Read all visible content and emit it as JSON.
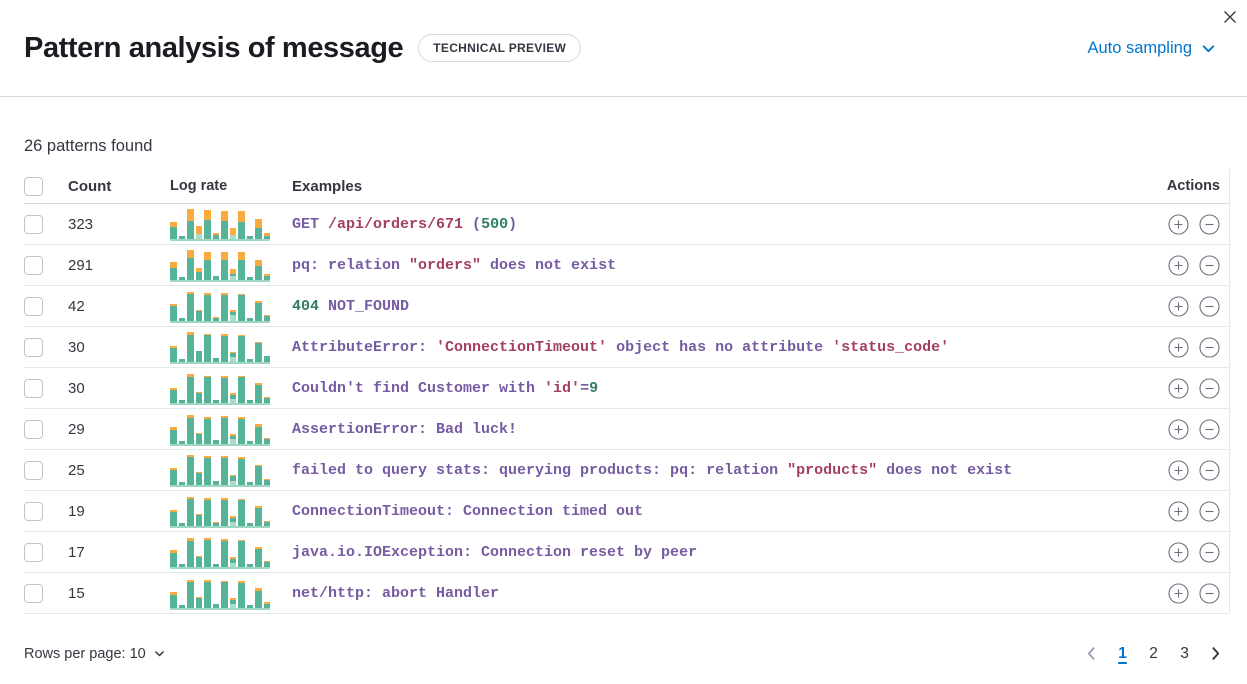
{
  "header": {
    "title": "Pattern analysis of message",
    "badge": "TECHNICAL PREVIEW",
    "sampling_label": "Auto sampling"
  },
  "summary": {
    "patterns_found": "26 patterns found"
  },
  "table": {
    "columns": {
      "count": "Count",
      "log_rate": "Log rate",
      "examples": "Examples",
      "actions": "Actions"
    },
    "rows": [
      {
        "count": "323",
        "bars": [
          [
            0,
            38,
            16
          ],
          [
            0,
            8,
            0
          ],
          [
            0,
            56,
            38
          ],
          [
            16,
            0,
            24
          ],
          [
            0,
            60,
            30
          ],
          [
            0,
            14,
            4
          ],
          [
            0,
            56,
            32
          ],
          [
            12,
            0,
            24
          ],
          [
            0,
            54,
            34
          ],
          [
            0,
            8,
            0
          ],
          [
            0,
            34,
            30
          ],
          [
            0,
            8,
            12
          ]
        ],
        "example": [
          {
            "t": "GET",
            "c": "p"
          },
          {
            "t": " /api/orders/671",
            "c": "r"
          },
          {
            "t": " (",
            "c": "p"
          },
          {
            "t": "500",
            "c": "g"
          },
          {
            "t": ")",
            "c": "p"
          }
        ]
      },
      {
        "count": "291",
        "bars": [
          [
            0,
            36,
            20
          ],
          [
            0,
            8,
            0
          ],
          [
            0,
            70,
            24
          ],
          [
            0,
            26,
            12
          ],
          [
            0,
            64,
            24
          ],
          [
            0,
            12,
            0
          ],
          [
            0,
            64,
            24
          ],
          [
            14,
            6,
            14
          ],
          [
            0,
            64,
            24
          ],
          [
            0,
            8,
            0
          ],
          [
            0,
            44,
            18
          ],
          [
            0,
            12,
            8
          ]
        ],
        "example": [
          {
            "t": "pq: relation ",
            "c": "p"
          },
          {
            "t": "\"orders\"",
            "c": "r"
          },
          {
            "t": " does not exist",
            "c": "p"
          }
        ]
      },
      {
        "count": "42",
        "bars": [
          [
            0,
            46,
            8
          ],
          [
            0,
            8,
            0
          ],
          [
            0,
            84,
            8
          ],
          [
            0,
            32,
            4
          ],
          [
            0,
            82,
            6
          ],
          [
            0,
            10,
            2
          ],
          [
            0,
            80,
            8
          ],
          [
            18,
            10,
            6
          ],
          [
            0,
            80,
            6
          ],
          [
            0,
            8,
            0
          ],
          [
            0,
            56,
            8
          ],
          [
            0,
            16,
            4
          ]
        ],
        "example": [
          {
            "t": "404",
            "c": "g"
          },
          {
            "t": " NOT_FOUND",
            "c": "p"
          }
        ]
      },
      {
        "count": "30",
        "bars": [
          [
            0,
            44,
            6
          ],
          [
            0,
            8,
            2
          ],
          [
            0,
            84,
            10
          ],
          [
            0,
            34,
            2
          ],
          [
            0,
            84,
            4
          ],
          [
            0,
            12,
            2
          ],
          [
            0,
            82,
            6
          ],
          [
            16,
            12,
            4
          ],
          [
            0,
            82,
            4
          ],
          [
            0,
            8,
            0
          ],
          [
            0,
            58,
            6
          ],
          [
            0,
            18,
            2
          ]
        ],
        "example": [
          {
            "t": "AttributeError: ",
            "c": "p"
          },
          {
            "t": "'ConnectionTimeout'",
            "c": "r"
          },
          {
            "t": " object has no attribute ",
            "c": "p"
          },
          {
            "t": "'status_code'",
            "c": "r"
          }
        ]
      },
      {
        "count": "30",
        "bars": [
          [
            0,
            42,
            6
          ],
          [
            0,
            8,
            0
          ],
          [
            0,
            82,
            8
          ],
          [
            0,
            30,
            4
          ],
          [
            0,
            80,
            6
          ],
          [
            0,
            10,
            0
          ],
          [
            0,
            78,
            8
          ],
          [
            14,
            12,
            4
          ],
          [
            0,
            80,
            4
          ],
          [
            0,
            8,
            2
          ],
          [
            0,
            56,
            6
          ],
          [
            0,
            16,
            2
          ]
        ],
        "example": [
          {
            "t": "Couldn't find Customer with ",
            "c": "p"
          },
          {
            "t": "'id'",
            "c": "r"
          },
          {
            "t": "=",
            "c": "p"
          },
          {
            "t": "9",
            "c": "g"
          }
        ]
      },
      {
        "count": "29",
        "bars": [
          [
            0,
            44,
            8
          ],
          [
            0,
            8,
            0
          ],
          [
            0,
            80,
            10
          ],
          [
            0,
            32,
            4
          ],
          [
            0,
            78,
            6
          ],
          [
            0,
            12,
            2
          ],
          [
            0,
            80,
            8
          ],
          [
            16,
            10,
            6
          ],
          [
            0,
            78,
            6
          ],
          [
            0,
            8,
            0
          ],
          [
            0,
            54,
            8
          ],
          [
            0,
            16,
            4
          ]
        ],
        "example": [
          {
            "t": "AssertionError: Bad luck!",
            "c": "p"
          }
        ]
      },
      {
        "count": "25",
        "bars": [
          [
            0,
            46,
            6
          ],
          [
            0,
            8,
            2
          ],
          [
            0,
            88,
            6
          ],
          [
            0,
            36,
            4
          ],
          [
            0,
            84,
            8
          ],
          [
            0,
            12,
            0
          ],
          [
            0,
            84,
            6
          ],
          [
            14,
            14,
            4
          ],
          [
            0,
            82,
            6
          ],
          [
            0,
            8,
            0
          ],
          [
            0,
            58,
            6
          ],
          [
            0,
            16,
            2
          ]
        ],
        "example": [
          {
            "t": "failed to query stats: querying products: pq: relation ",
            "c": "p"
          },
          {
            "t": "\"products\"",
            "c": "r"
          },
          {
            "t": " does not exist",
            "c": "p"
          }
        ]
      },
      {
        "count": "19",
        "bars": [
          [
            0,
            44,
            6
          ],
          [
            0,
            8,
            0
          ],
          [
            0,
            84,
            6
          ],
          [
            0,
            34,
            4
          ],
          [
            0,
            82,
            6
          ],
          [
            0,
            10,
            2
          ],
          [
            0,
            82,
            6
          ],
          [
            12,
            14,
            4
          ],
          [
            0,
            80,
            6
          ],
          [
            0,
            8,
            0
          ],
          [
            0,
            56,
            8
          ],
          [
            0,
            14,
            2
          ]
        ],
        "example": [
          {
            "t": "ConnectionTimeout: Connection timed out",
            "c": "p"
          }
        ]
      },
      {
        "count": "17",
        "bars": [
          [
            0,
            44,
            8
          ],
          [
            0,
            8,
            0
          ],
          [
            0,
            82,
            8
          ],
          [
            0,
            32,
            4
          ],
          [
            0,
            84,
            6
          ],
          [
            0,
            10,
            0
          ],
          [
            0,
            80,
            8
          ],
          [
            14,
            12,
            4
          ],
          [
            0,
            80,
            6
          ],
          [
            0,
            8,
            2
          ],
          [
            0,
            56,
            6
          ],
          [
            0,
            16,
            2
          ]
        ],
        "example": [
          {
            "t": "java.io.IOException: Connection reset by peer",
            "c": "p"
          }
        ]
      },
      {
        "count": "15",
        "bars": [
          [
            0,
            42,
            8
          ],
          [
            0,
            8,
            0
          ],
          [
            0,
            80,
            8
          ],
          [
            0,
            30,
            4
          ],
          [
            0,
            82,
            6
          ],
          [
            0,
            12,
            2
          ],
          [
            0,
            80,
            6
          ],
          [
            14,
            12,
            4
          ],
          [
            0,
            78,
            8
          ],
          [
            0,
            8,
            0
          ],
          [
            0,
            54,
            8
          ],
          [
            0,
            14,
            4
          ]
        ],
        "example": [
          {
            "t": "net/http: abort Handler",
            "c": "p"
          }
        ]
      }
    ]
  },
  "footer": {
    "rows_per_page_label": "Rows per page: 10",
    "pagination": {
      "pages": [
        "1",
        "2",
        "3"
      ],
      "active_page": "1"
    }
  },
  "colors": {
    "accent_blue": "#0077cc",
    "code_purple": "#765ba2",
    "code_red": "#a33e63",
    "code_green": "#2f7d64",
    "bar_green": "#54b399",
    "bar_orange": "#fbab3d",
    "bar_light_green": "#aadcc8",
    "baseline_green": "#9fd6c2"
  }
}
